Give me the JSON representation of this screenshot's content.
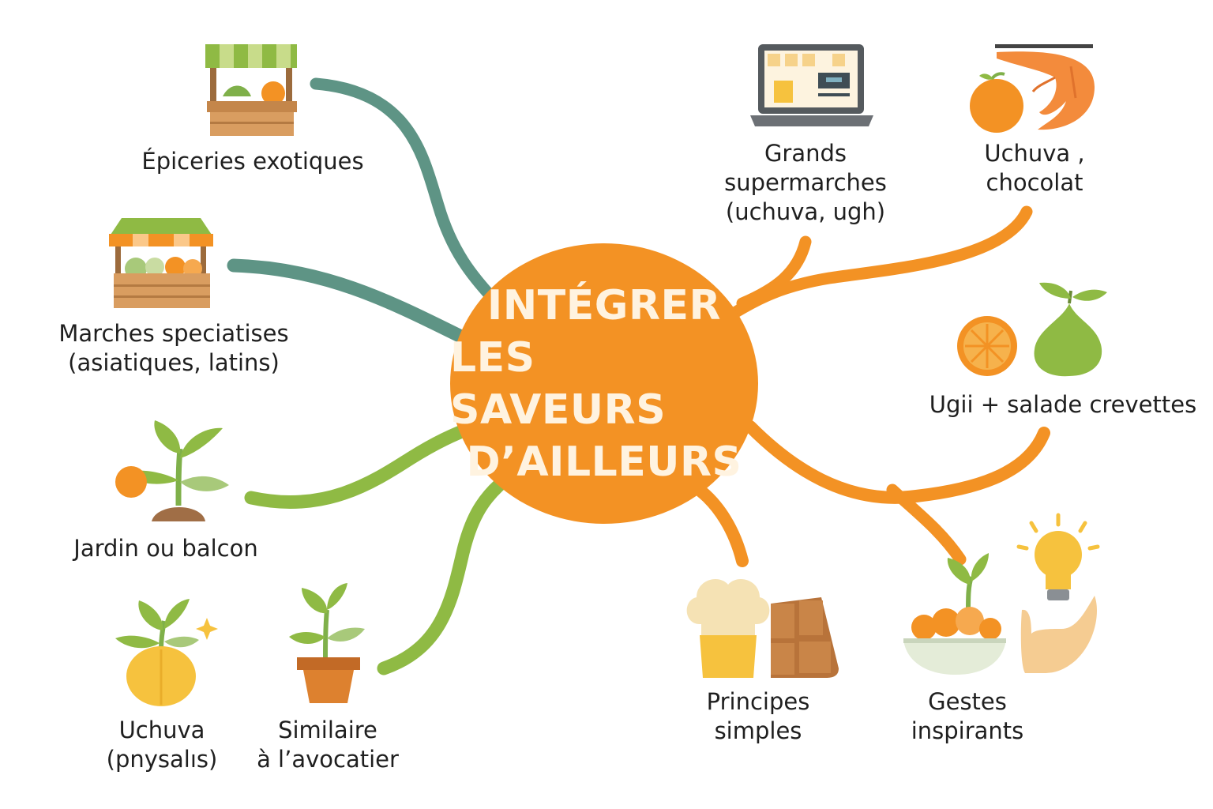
{
  "center": {
    "lines": [
      "INTÉGRER",
      "LES SAVEURS",
      "D’AILLEURS"
    ]
  },
  "nodes": {
    "epiceries": {
      "lines": [
        "Épiceries exotiques"
      ],
      "icon": "market-stall-icon"
    },
    "marches": {
      "lines": [
        "Marches speciatises",
        "(asiatiques, latins)"
      ],
      "icon": "produce-crate-icon"
    },
    "jardin": {
      "lines": [
        "Jardin ou balcon"
      ],
      "icon": "seedling-icon"
    },
    "uchuva_physalis": {
      "lines": [
        "Uchuva",
        "(pnysalıs)"
      ],
      "icon": "sprouting-fruit-icon"
    },
    "avocatier": {
      "lines": [
        "Similaire",
        "à l’avocatier"
      ],
      "icon": "potted-plant-icon"
    },
    "supermarches": {
      "lines": [
        "Grands",
        "supermarches",
        "(uchuva, ugh)"
      ],
      "icon": "laptop-icon"
    },
    "uchuva_chocolat": {
      "lines": [
        "Uchuva ,",
        "chocolat"
      ],
      "icon": "orange-shrimp-icon"
    },
    "ugli": {
      "lines": [
        "Ugii + salade crevettes"
      ],
      "icon": "citrus-pear-icon"
    },
    "principes": {
      "lines": [
        "Principes",
        "simples"
      ],
      "icon": "chef-chocolate-icon"
    },
    "gestes": {
      "lines": [
        "Gestes",
        "inspirants"
      ],
      "icon": "bowl-lightbulb-hand-icon"
    }
  },
  "colors": {
    "center": "#f39224",
    "teal": "#5e9485",
    "green": "#8fba44",
    "orange": "#f39224"
  }
}
